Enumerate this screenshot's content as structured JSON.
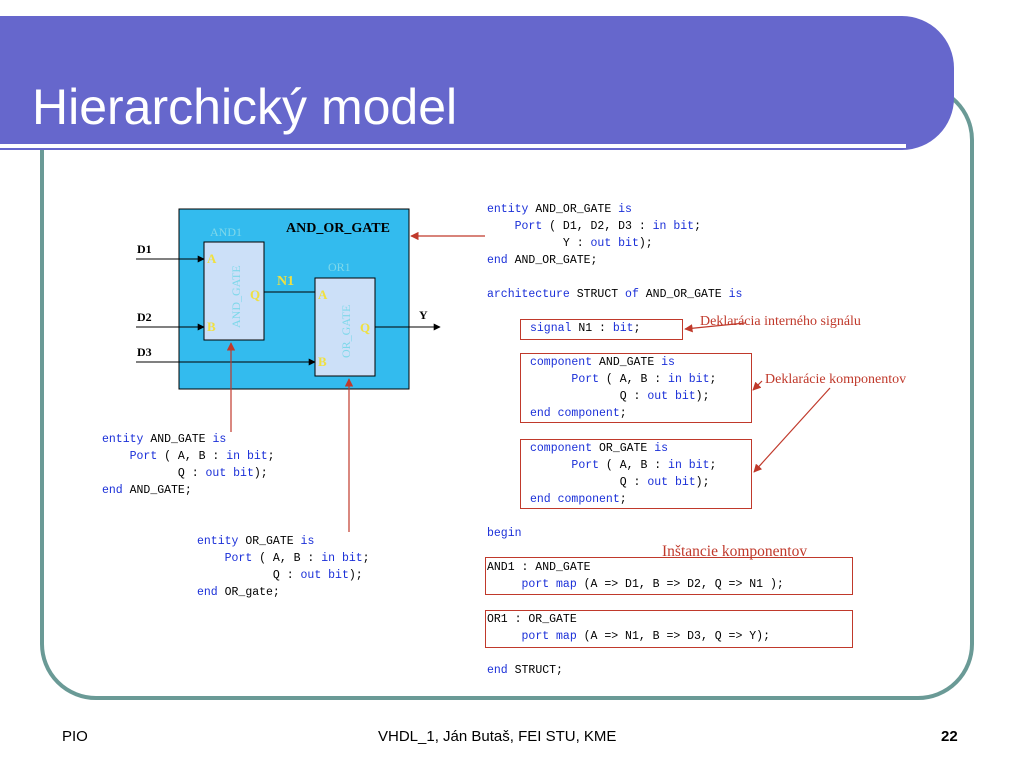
{
  "title": "Hierarchický model",
  "diagram": {
    "outer_label": "AND_OR_GATE",
    "and_gate": {
      "instance": "AND1",
      "name": "AND_GATE",
      "pin_a": "A",
      "pin_b": "B",
      "pin_q": "Q"
    },
    "or_gate": {
      "instance": "OR1",
      "name": "OR_GATE",
      "pin_a": "A",
      "pin_b": "B",
      "pin_q": "Q"
    },
    "signal_label": "N1",
    "inputs": [
      "D1",
      "D2",
      "D3"
    ],
    "output": "Y"
  },
  "code": {
    "and_gate_entity": [
      [
        {
          "k": "entity"
        },
        {
          "t": " AND_GATE "
        },
        {
          "k": "is"
        }
      ],
      [
        {
          "t": "    "
        },
        {
          "k": "Port"
        },
        {
          "t": " ( A, B : "
        },
        {
          "k": "in"
        },
        {
          "t": " "
        },
        {
          "k": "bit"
        },
        {
          "t": ";"
        }
      ],
      [
        {
          "t": "           Q : "
        },
        {
          "k": "out"
        },
        {
          "t": " "
        },
        {
          "k": "bit"
        },
        {
          "t": ");"
        }
      ],
      [
        {
          "k": "end"
        },
        {
          "t": " AND_GATE;"
        }
      ]
    ],
    "or_gate_entity": [
      [
        {
          "k": "entity"
        },
        {
          "t": " OR_GATE "
        },
        {
          "k": "is"
        }
      ],
      [
        {
          "t": "    "
        },
        {
          "k": "Port"
        },
        {
          "t": " ( A, B : "
        },
        {
          "k": "in"
        },
        {
          "t": " "
        },
        {
          "k": "bit"
        },
        {
          "t": ";"
        }
      ],
      [
        {
          "t": "           Q : "
        },
        {
          "k": "out"
        },
        {
          "t": " "
        },
        {
          "k": "bit"
        },
        {
          "t": ");"
        }
      ],
      [
        {
          "k": "end"
        },
        {
          "t": " OR_gate;"
        }
      ]
    ],
    "and_or_entity": [
      [
        {
          "k": "entity"
        },
        {
          "t": " AND_OR_GATE "
        },
        {
          "k": "is"
        }
      ],
      [
        {
          "t": "    "
        },
        {
          "k": "Port"
        },
        {
          "t": " ( D1, D2, D3 : "
        },
        {
          "k": "in"
        },
        {
          "t": " "
        },
        {
          "k": "bit"
        },
        {
          "t": ";"
        }
      ],
      [
        {
          "t": "           Y : "
        },
        {
          "k": "out"
        },
        {
          "t": " "
        },
        {
          "k": "bit"
        },
        {
          "t": ");"
        }
      ],
      [
        {
          "k": "end"
        },
        {
          "t": " AND_OR_GATE;"
        }
      ]
    ],
    "architecture_line": [
      [
        {
          "k": "architecture"
        },
        {
          "t": " STRUCT "
        },
        {
          "k": "of"
        },
        {
          "t": " AND_OR_GATE "
        },
        {
          "k": "is"
        }
      ]
    ],
    "signal_decl": [
      [
        {
          "k": "signal"
        },
        {
          "t": " N1 : "
        },
        {
          "k": "bit"
        },
        {
          "t": ";"
        }
      ]
    ],
    "and_component": [
      [
        {
          "k": "component"
        },
        {
          "t": " AND_GATE "
        },
        {
          "k": "is"
        }
      ],
      [
        {
          "t": "      "
        },
        {
          "k": "Port"
        },
        {
          "t": " ( A, B : "
        },
        {
          "k": "in"
        },
        {
          "t": " "
        },
        {
          "k": "bit"
        },
        {
          "t": ";"
        }
      ],
      [
        {
          "t": "             Q : "
        },
        {
          "k": "out"
        },
        {
          "t": " "
        },
        {
          "k": "bit"
        },
        {
          "t": ");"
        }
      ],
      [
        {
          "k": "end"
        },
        {
          "t": " "
        },
        {
          "k": "component"
        },
        {
          "t": ";"
        }
      ]
    ],
    "or_component": [
      [
        {
          "k": "component"
        },
        {
          "t": " OR_GATE "
        },
        {
          "k": "is"
        }
      ],
      [
        {
          "t": "      "
        },
        {
          "k": "Port"
        },
        {
          "t": " ( A, B : "
        },
        {
          "k": "in"
        },
        {
          "t": " "
        },
        {
          "k": "bit"
        },
        {
          "t": ";"
        }
      ],
      [
        {
          "t": "             Q : "
        },
        {
          "k": "out"
        },
        {
          "t": " "
        },
        {
          "k": "bit"
        },
        {
          "t": ");"
        }
      ],
      [
        {
          "k": "end"
        },
        {
          "t": " "
        },
        {
          "k": "component"
        },
        {
          "t": ";"
        }
      ]
    ],
    "begin_line": [
      [
        {
          "k": "begin"
        }
      ]
    ],
    "and1_instance": [
      [
        {
          "t": "AND1 : AND_GATE"
        }
      ],
      [
        {
          "t": "     "
        },
        {
          "k": "port map"
        },
        {
          "t": " (A => D1, B => D2, Q => N1 );"
        }
      ]
    ],
    "or1_instance": [
      [
        {
          "t": "OR1 : OR_GATE"
        }
      ],
      [
        {
          "t": "     "
        },
        {
          "k": "port map"
        },
        {
          "t": " (A => N1, B => D3, Q => Y);"
        }
      ]
    ],
    "end_line": [
      [
        {
          "k": "end"
        },
        {
          "t": " STRUCT;"
        }
      ]
    ]
  },
  "annotations": {
    "signal": "Deklarácia interného signálu",
    "components": "Deklarácie komponentov",
    "instances": "Inštancie komponentov"
  },
  "footer": {
    "left": "PIO",
    "center": "VHDL_1, Ján Butaš, FEI STU, KME",
    "page": "22"
  },
  "colors": {
    "title_bar": "#6667cc",
    "frame": "#6a9a96",
    "diagram_bg": "#33bbee",
    "gate_fill": "#cce0f8",
    "keyword": "#1a2fd8",
    "annotation": "#c0392b",
    "pin_label": "#f0e040"
  }
}
